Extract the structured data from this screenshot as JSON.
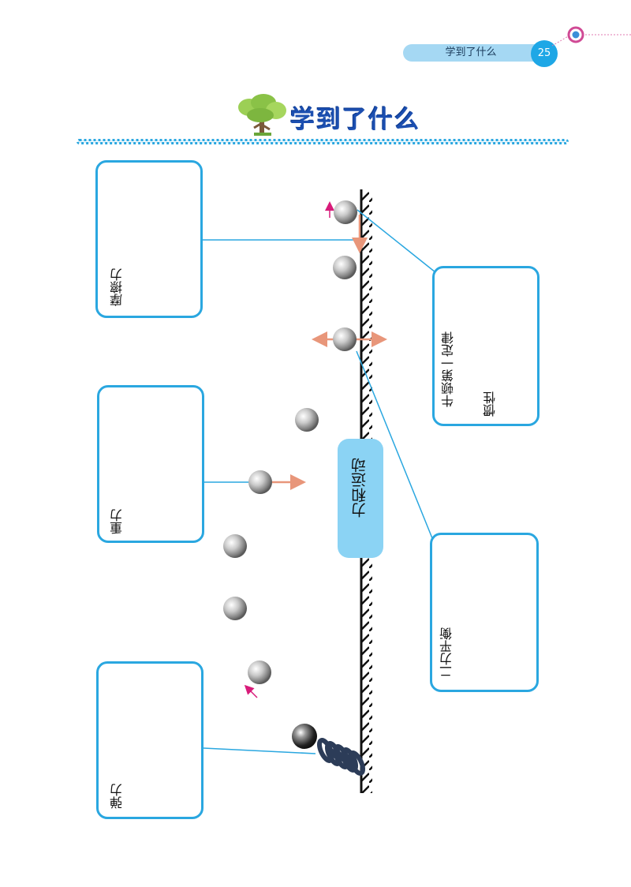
{
  "header": {
    "running_title": "学到了什么",
    "page_number": "25"
  },
  "section": {
    "title": "学到了什么"
  },
  "boxes": {
    "friction": "摩擦力",
    "gravity": "重力",
    "elastic": "弹力",
    "newton": "牛顿第一定律",
    "inertia": "惯性",
    "balance": "二力平衡"
  },
  "center": {
    "label": "力和运动"
  },
  "colors": {
    "accent_blue": "#2aa7e0",
    "pill_blue": "#8bd3f4",
    "arrow_orange": "#e8967a",
    "arrow_magenta": "#d81b7a",
    "title_blue": "#1c4fb0"
  }
}
